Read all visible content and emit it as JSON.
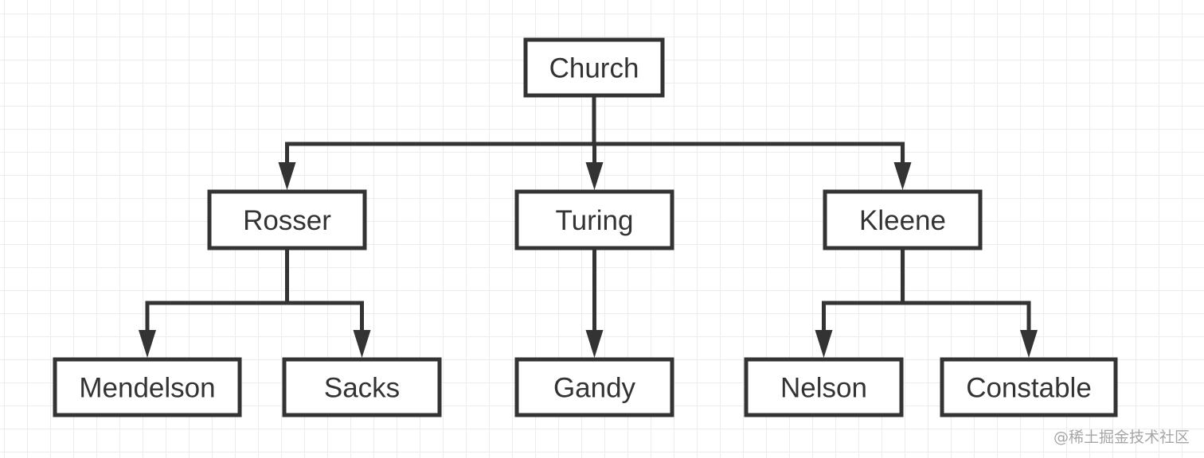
{
  "diagram": {
    "nodes": [
      {
        "id": "church",
        "label": "Church"
      },
      {
        "id": "rosser",
        "label": "Rosser"
      },
      {
        "id": "turing",
        "label": "Turing"
      },
      {
        "id": "kleene",
        "label": "Kleene"
      },
      {
        "id": "mendelson",
        "label": "Mendelson"
      },
      {
        "id": "sacks",
        "label": "Sacks"
      },
      {
        "id": "gandy",
        "label": "Gandy"
      },
      {
        "id": "nelson",
        "label": "Nelson"
      },
      {
        "id": "constable",
        "label": "Constable"
      }
    ],
    "edges": [
      {
        "from": "church",
        "to": "rosser"
      },
      {
        "from": "church",
        "to": "turing"
      },
      {
        "from": "church",
        "to": "kleene"
      },
      {
        "from": "rosser",
        "to": "mendelson"
      },
      {
        "from": "rosser",
        "to": "sacks"
      },
      {
        "from": "turing",
        "to": "gandy"
      },
      {
        "from": "kleene",
        "to": "nelson"
      },
      {
        "from": "kleene",
        "to": "constable"
      }
    ],
    "colors": {
      "stroke": "#333333",
      "text": "#333333",
      "box_fill": "#ffffff",
      "grid": "#ececec"
    }
  },
  "watermark": "@稀土掘金技术社区"
}
